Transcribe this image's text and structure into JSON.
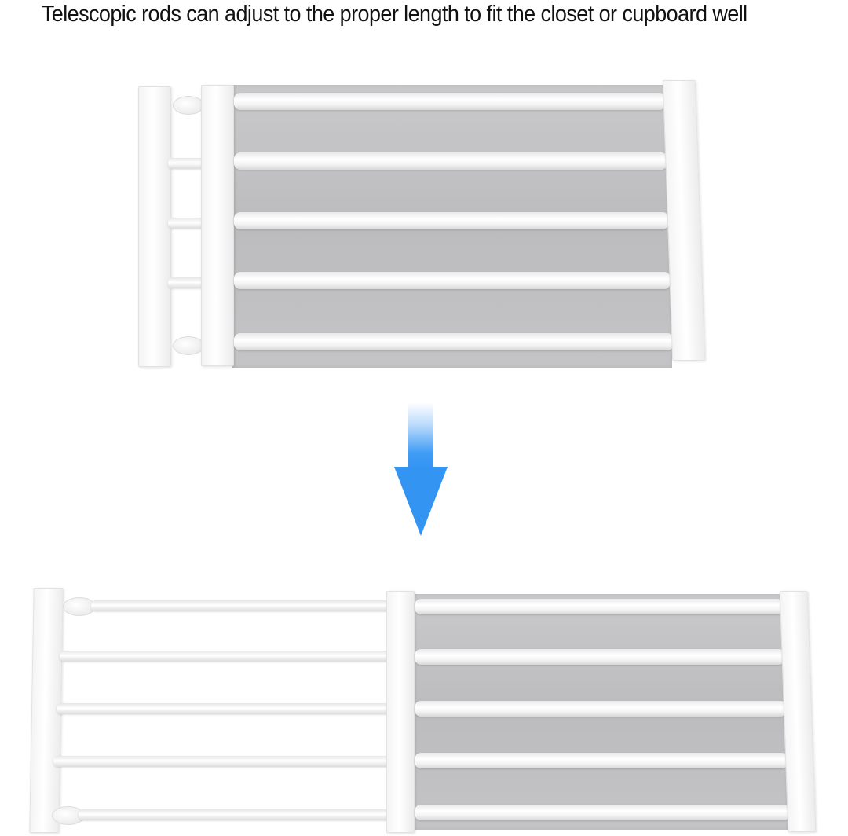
{
  "caption": "Telescopic rods can adjust to the proper length to fit the closet or cupboard well",
  "colors": {
    "background": "#ffffff",
    "arrow": "#3394f2",
    "panel_gray": "#c2c2c4",
    "frame_white": "#f7f7f7"
  },
  "illustrations": {
    "collapsed_shelf": {
      "state": "collapsed",
      "rod_count": 5
    },
    "direction_arrow": {
      "icon": "arrow-down-icon",
      "direction": "down"
    },
    "extended_shelf": {
      "state": "extended",
      "rod_count": 5
    }
  }
}
